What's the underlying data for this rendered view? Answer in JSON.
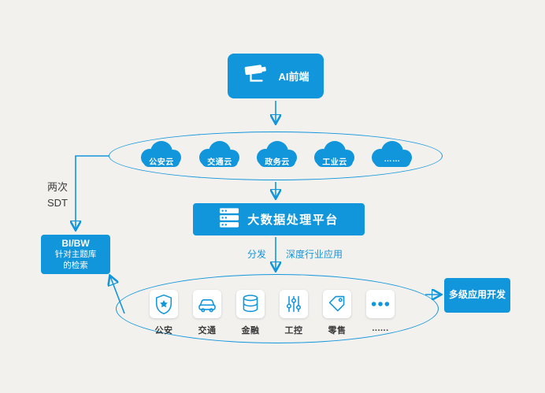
{
  "colors": {
    "background": "#f2f1ee",
    "primary": "#1296db",
    "text_dark": "#3a3a3a",
    "white": "#ffffff"
  },
  "ai_frontend": {
    "label": "AI前端",
    "icon": "cctv-camera-icon"
  },
  "cloud_layer": {
    "items": [
      {
        "label": "公安云"
      },
      {
        "label": "交通云"
      },
      {
        "label": "政务云"
      },
      {
        "label": "工业云"
      },
      {
        "label": "……"
      }
    ]
  },
  "platform": {
    "label": "大数据处理平台",
    "icon": "server-icon"
  },
  "flow_labels": {
    "distribute": "分发",
    "deep_industry": "深度行业应用"
  },
  "left_branch": {
    "note_line1": "两次",
    "note_line2": "SDT",
    "box": {
      "line1": "BI/BW",
      "line2": "针对主题库",
      "line3": "的检索"
    }
  },
  "app_layer": {
    "items": [
      {
        "label": "公安",
        "icon": "shield-star-icon"
      },
      {
        "label": "交通",
        "icon": "car-icon"
      },
      {
        "label": "金融",
        "icon": "database-icon"
      },
      {
        "label": "工控",
        "icon": "sliders-icon"
      },
      {
        "label": "零售",
        "icon": "price-tag-icon"
      },
      {
        "label": "......",
        "icon": "ellipsis-icon"
      }
    ]
  },
  "right_branch": {
    "box_label": "多级应用开发"
  }
}
